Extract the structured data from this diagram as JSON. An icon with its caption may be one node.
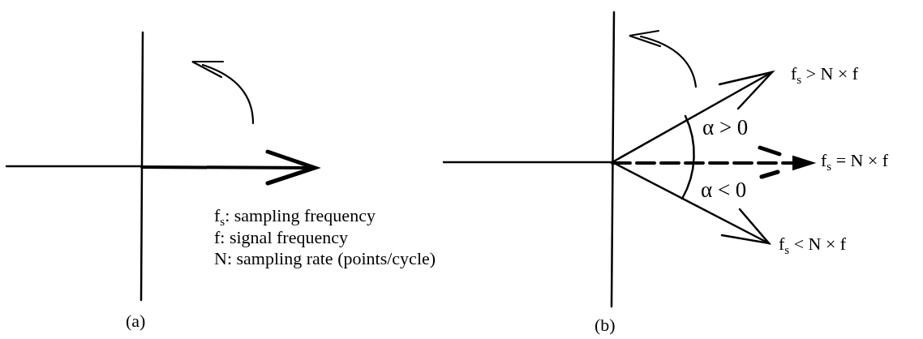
{
  "diagram": {
    "labels": [
      "f$_{s}$ > N × f",
      "α > 0",
      "f$_{s}$ = N × f",
      "α < 0",
      "f$_{s}$ < N × f",
      "f$_{s}$: sampling frequency",
      "f: signal frequency",
      "N: sampling rate (points/cycle)",
      "(a)",
      "(b)"
    ]
  }
}
